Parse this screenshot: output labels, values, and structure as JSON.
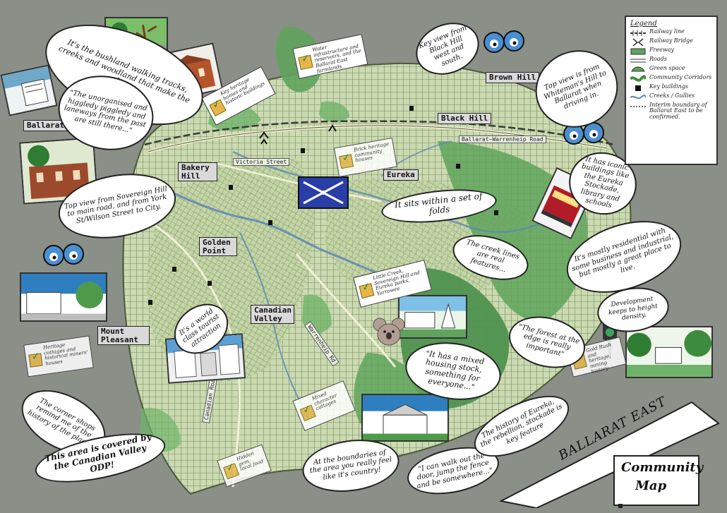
{
  "places": {
    "ballarat_central": "Ballarat Central",
    "bakery_hill": "Bakery Hill",
    "golden_point": "Golden Point",
    "canadian_valley": "Canadian Valley",
    "mount_pleasant": "Mount Pleasant",
    "eureka": "Eureka",
    "black_hill": "Black Hill",
    "brown_hill": "Brown Hill"
  },
  "roads": {
    "victoria_street": "Victoria Street",
    "ballarat_warrenheip_road": "Ballarat–Warrenheip Road",
    "canadian_road": "Canadian Road",
    "warrenheip_road": "Warrenheip Rd"
  },
  "legend": {
    "title": "Legend",
    "items": [
      {
        "label": "Railway line",
        "icon": "railway-line-icon"
      },
      {
        "label": "Railway Bridge",
        "icon": "railway-bridge-icon"
      },
      {
        "label": "Freeway",
        "icon": "freeway-icon"
      },
      {
        "label": "Roads",
        "icon": "roads-icon"
      },
      {
        "label": "Green space",
        "icon": "green-space-icon"
      },
      {
        "label": "Community Corridors",
        "icon": "corridor-icon"
      },
      {
        "label": "Key buildings",
        "icon": "key-building-icon"
      },
      {
        "label": "Creeks / Gullies",
        "icon": "creek-icon"
      },
      {
        "label": "Interim boundary of Ballarat East to be confirmed.",
        "icon": "boundary-icon"
      }
    ]
  },
  "bubbles": {
    "bushland": "It's the bushland walking tracks, creeks and woodland that make the place",
    "unorganised": "\"The unorganised and higgledy piggledy and laneways from the past are still there...\"",
    "top_view_sovereign": "Top view from Sovereign Hill to main road, and from York St/Wilson Street to City.",
    "folds": "It sits within a set of folds",
    "key_view_black_hill": "Key view from Black Hill west and south.",
    "top_view_fort": "Top view is from Whiteman's Hill to Ballarat when driving in.",
    "iconic_buildings": "It has iconic buildings like the Eureka Stockade, library and schools",
    "creek_lines": "The creek lines are real features...",
    "mostly_residential": "It's mostly residential with some business and industrial, but mostly a great place to live.",
    "world_class": "It's a world class tourist attraction",
    "forest_edge": "\"The forest at the edge is really important\"",
    "mixed_housing": "\"It has a mixed housing stock, something for everyone...\"",
    "corner_shops": "The corner shops remind me of the history of the place!",
    "canadian_valley_odp": "This area is covered by the Canadian Valley ODP!",
    "boundaries": "At the boundaries of the area you really feel like it's country!",
    "walk_out": "\"I can walk out the door, jump the fence and be somewhere...\"",
    "history_eureka": "The history of Eureka, the rebellion, stockade is key feature",
    "development": "Development keeps to height density."
  },
  "cards": {
    "water_infrastructure": "Water infrastructure and reservoirs, and the Ballarat East farmlands",
    "key_heritage": "Key heritage homes and historic buildings",
    "little_creek": "Little Creek, Sovereign Hill and Eureka parks, Yarrowee",
    "brick_heritage": "Brick heritage community houses",
    "heritage_cottages": "Heritage cottages and historical miners' houses",
    "mixed_cards": "Mixed character cottages",
    "gold_ridge": "Gold Rush and heritage, mining history",
    "hidden_gem": "Hidden gem, local food"
  },
  "sign": {
    "area": "BALLARAT EAST",
    "community": "Community",
    "map": "Map"
  },
  "colors": {
    "background": "#8a8f87",
    "map_base": "#c9d8a8",
    "green_space": "#5fa35c",
    "creek": "#5b86b6",
    "railway": "#3a3a3a"
  }
}
